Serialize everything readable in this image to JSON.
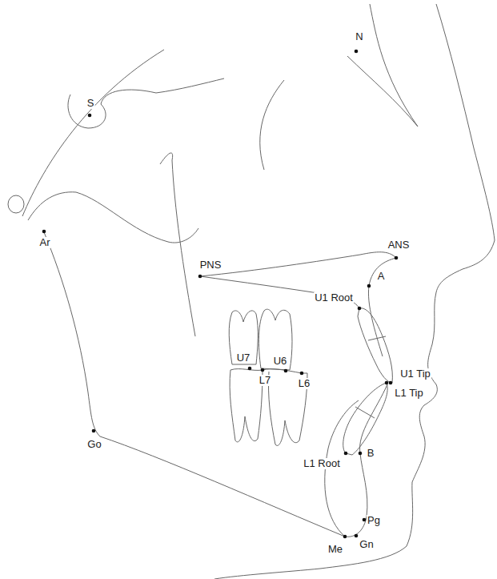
{
  "diagram": {
    "labels": [
      "N",
      "S",
      "Ar",
      "PNS",
      "ANS",
      "A",
      "U1 Root",
      "U7",
      "U6",
      "L7",
      "L6",
      "U1 Tip",
      "L1 Tip",
      "Go",
      "B",
      "L1 Root",
      "Pg",
      "Gn",
      "Me"
    ]
  }
}
